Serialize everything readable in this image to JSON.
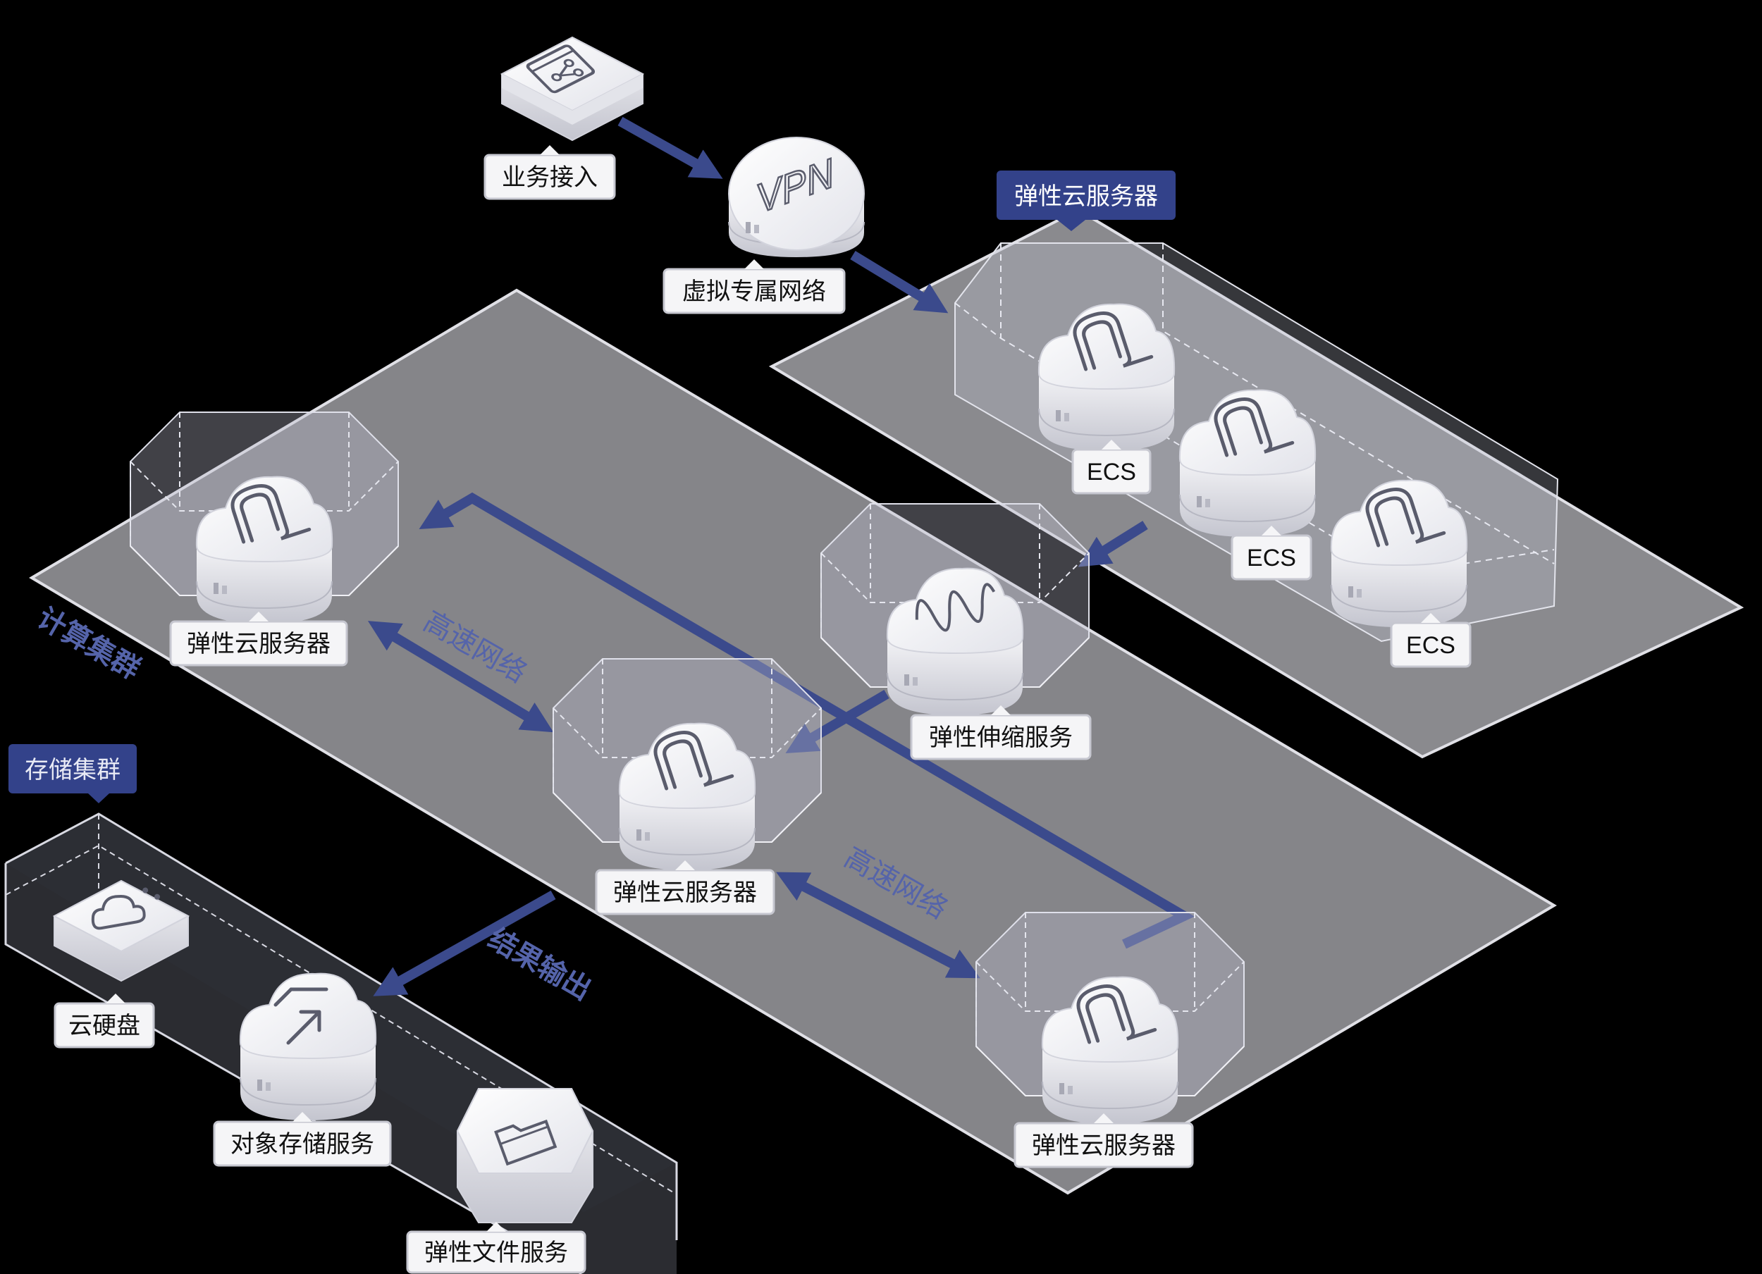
{
  "colors": {
    "background": "#000000",
    "platform": "#8a8a8e",
    "platform_edge": "#d8d8de",
    "arrow": "#3b4a8c",
    "header_tag_bg": "#33428a",
    "header_tag_text": "#ffffff",
    "arrow_label": "#5564aa",
    "node_white": "#f4f4f7",
    "node_shade": "#c9cad3",
    "label_bg": "#f5f5f7",
    "label_text": "#111111"
  },
  "groups": {
    "ecs_group_title": "弹性云服务器",
    "compute_cluster_title": "计算集群",
    "storage_cluster_title": "存储集群"
  },
  "nodes": {
    "business_access": {
      "label": "业务接入",
      "icon": "workflow-window-icon"
    },
    "vpn": {
      "label": "虚拟专属网络",
      "icon": "vpn-icon",
      "icon_text": "VPN"
    },
    "ecs_1": {
      "label": "ECS",
      "icon": "ecs-cloud-icon"
    },
    "ecs_2": {
      "label": "ECS",
      "icon": "ecs-cloud-icon"
    },
    "ecs_3": {
      "label": "ECS",
      "icon": "ecs-cloud-icon"
    },
    "ecs_left": {
      "label": "弹性云服务器",
      "icon": "ecs-cloud-icon"
    },
    "ecs_center": {
      "label": "弹性云服务器",
      "icon": "ecs-cloud-icon"
    },
    "ecs_bottom_right": {
      "label": "弹性云服务器",
      "icon": "ecs-cloud-icon"
    },
    "auto_scaling": {
      "label": "弹性伸缩服务",
      "icon": "auto-scaling-icon"
    },
    "cloud_disk": {
      "label": "云硬盘",
      "icon": "cloud-disk-icon"
    },
    "object_storage": {
      "label": "对象存储服务",
      "icon": "upload-arrow-icon"
    },
    "file_service": {
      "label": "弹性文件服务",
      "icon": "folder-icon"
    }
  },
  "edges": {
    "high_speed_network_1": "高速网络",
    "high_speed_network_2": "高速网络",
    "result_output": "结果输出"
  }
}
